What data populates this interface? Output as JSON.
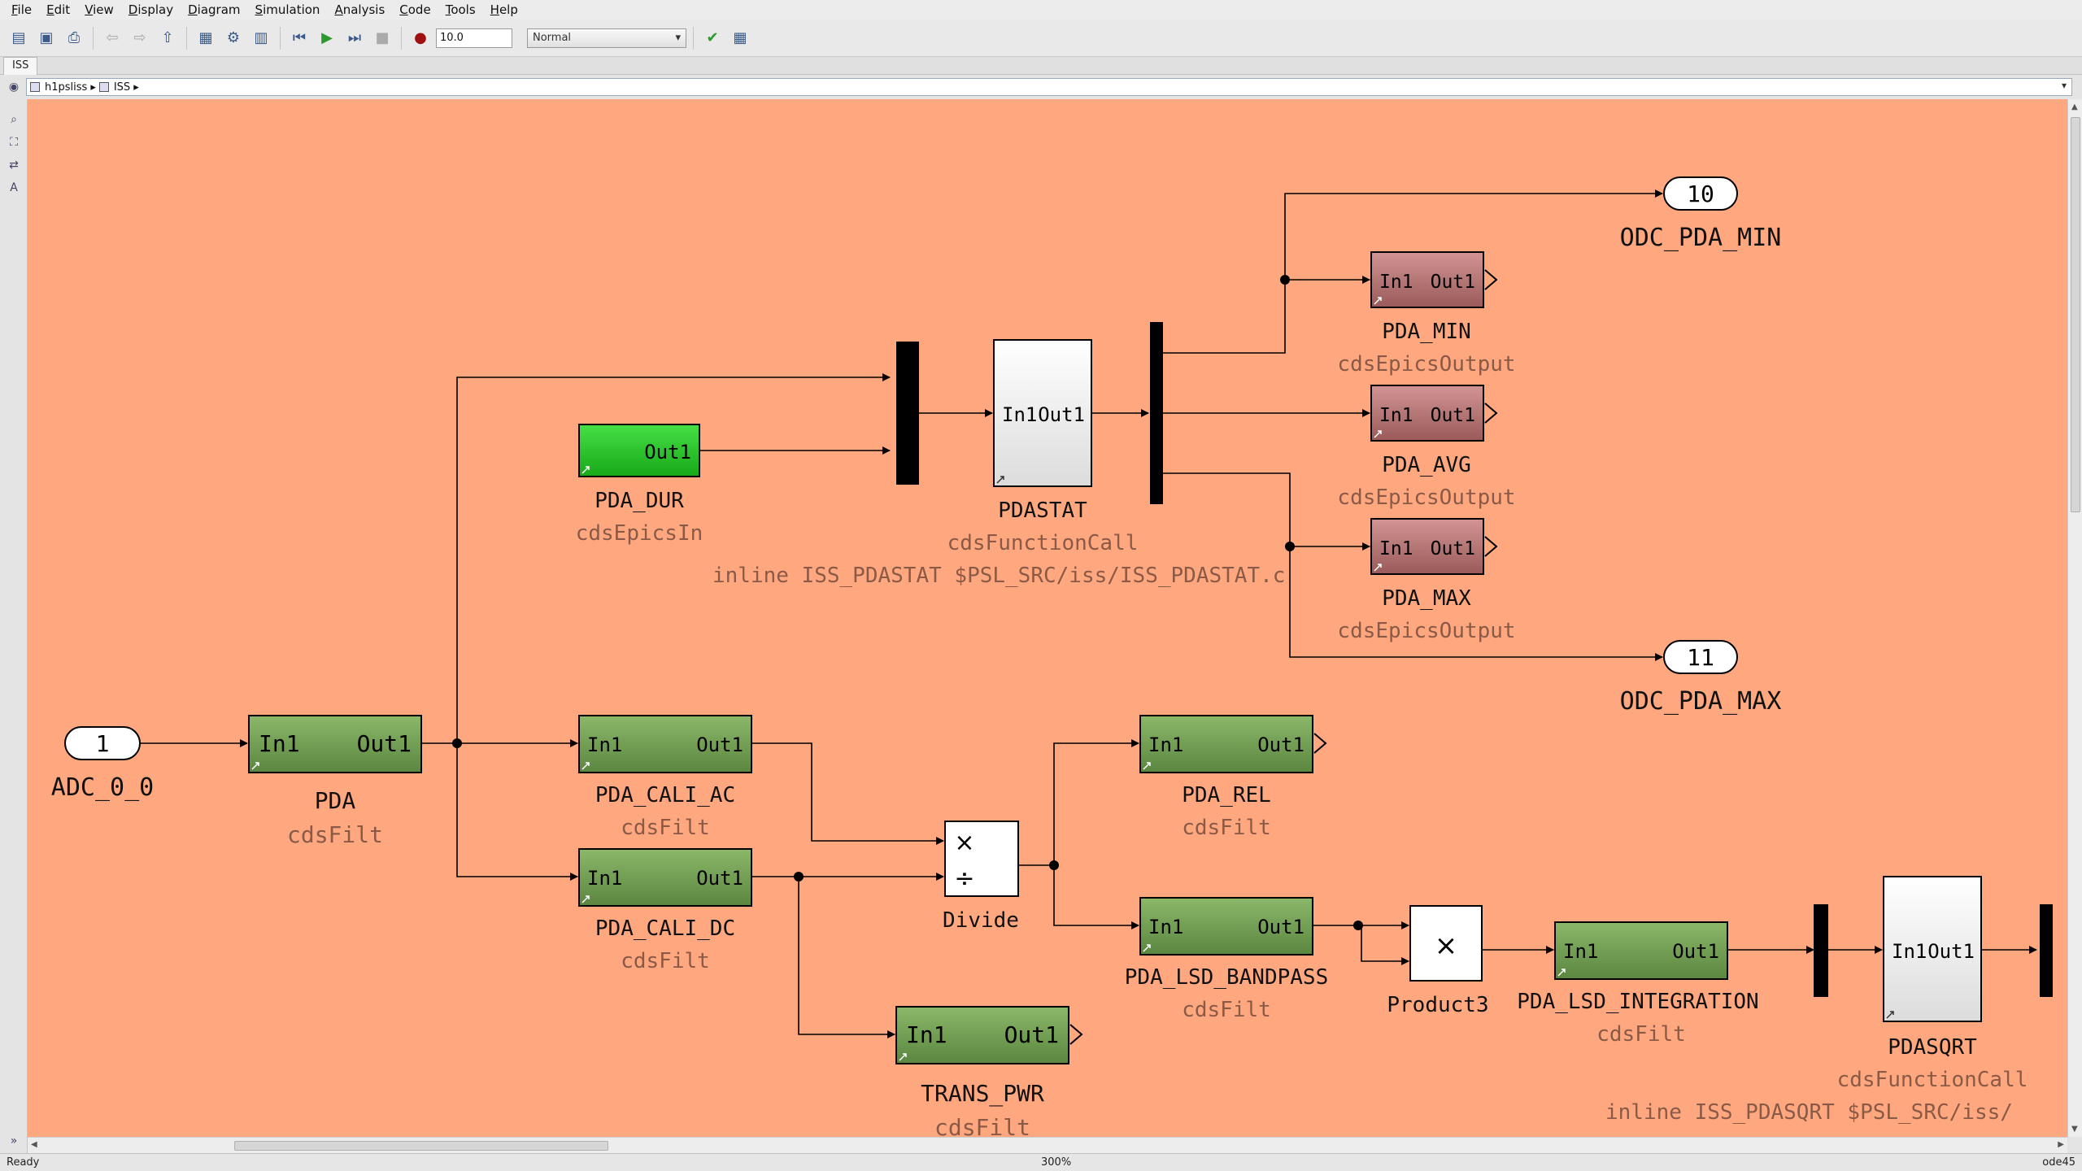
{
  "menu": [
    "File",
    "Edit",
    "View",
    "Display",
    "Diagram",
    "Simulation",
    "Analysis",
    "Code",
    "Tools",
    "Help"
  ],
  "toolbar": {
    "stop_time": "10.0",
    "sim_mode": "Normal"
  },
  "tab": {
    "label": "ISS"
  },
  "breadcrumb": {
    "root": "h1psliss",
    "current": "ISS"
  },
  "status": {
    "left": "Ready",
    "zoom": "300%",
    "solver": "ode45"
  },
  "diagram": {
    "inport_adc": {
      "number": "1",
      "name": "ADC_0_0"
    },
    "pda": {
      "in": "In1",
      "out": "Out1",
      "name": "PDA",
      "type": "cdsFilt"
    },
    "pda_dur": {
      "out": "Out1",
      "name": "PDA_DUR",
      "type": "cdsEpicsIn"
    },
    "pdastat": {
      "in": "In1",
      "out": "Out1",
      "name": "PDASTAT",
      "type": "cdsFunctionCall",
      "note": "inline ISS_PDASTAT $PSL_SRC/iss/ISS_PDASTAT.c"
    },
    "pda_min": {
      "in": "In1",
      "out": "Out1",
      "name": "PDA_MIN",
      "type": "cdsEpicsOutput"
    },
    "pda_avg": {
      "in": "In1",
      "out": "Out1",
      "name": "PDA_AVG",
      "type": "cdsEpicsOutput"
    },
    "pda_max": {
      "in": "In1",
      "out": "Out1",
      "name": "PDA_MAX",
      "type": "cdsEpicsOutput"
    },
    "outport_min": {
      "number": "10",
      "name": "ODC_PDA_MIN"
    },
    "outport_max": {
      "number": "11",
      "name": "ODC_PDA_MAX"
    },
    "pda_cali_ac": {
      "in": "In1",
      "out": "Out1",
      "name": "PDA_CALI_AC",
      "type": "cdsFilt"
    },
    "pda_cali_dc": {
      "in": "In1",
      "out": "Out1",
      "name": "PDA_CALI_DC",
      "type": "cdsFilt"
    },
    "divide": {
      "name": "Divide",
      "mul": "×",
      "div": "÷"
    },
    "pda_rel": {
      "in": "In1",
      "out": "Out1",
      "name": "PDA_REL",
      "type": "cdsFilt"
    },
    "pda_lsd_bandpass": {
      "in": "In1",
      "out": "Out1",
      "name": "PDA_LSD_BANDPASS",
      "type": "cdsFilt"
    },
    "product3": {
      "name": "Product3",
      "sym": "×"
    },
    "pda_lsd_integration": {
      "in": "In1",
      "out": "Out1",
      "name": "PDA_LSD_INTEGRATION",
      "type": "cdsFilt"
    },
    "pdasqrt": {
      "in": "In1",
      "out": "Out1",
      "name": "PDASQRT",
      "type": "cdsFunctionCall",
      "note": "inline ISS_PDASQRT $PSL_SRC/iss/"
    },
    "trans_pwr": {
      "in": "In1",
      "out": "Out1",
      "name": "TRANS_PWR",
      "type": "cdsFilt"
    }
  },
  "colors": {
    "canvas": "#ffa880",
    "filt": "#6e9a4c",
    "epics_in": "#22c022",
    "epics_out": "#b87070",
    "sublabel": "#8a5a46"
  }
}
